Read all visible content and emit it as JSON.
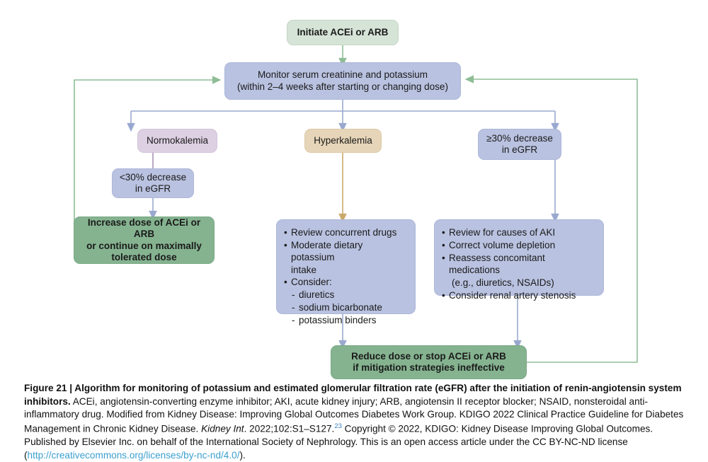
{
  "figure": {
    "nodes": {
      "initiate": "Initiate ACEi or ARB",
      "monitor": "Monitor serum creatinine and potassium\n(within 2–4 weeks after starting or changing dose)",
      "normokalemia": "Normokalemia",
      "hyperkalemia": "Hyperkalemia",
      "egfr_decrease_30": "≥30% decrease\nin eGFR",
      "egfr_decrease_lt30": "<30% decrease\nin eGFR",
      "increase_dose": "Increase dose of ACEi or ARB\nor continue on maximally\ntolerated dose",
      "reduce_dose": "Reduce dose or stop ACEi or ARB\nif mitigation strategies ineffective"
    },
    "hyperkalemia_actions": [
      {
        "style": "bullet",
        "text": "Review concurrent drugs"
      },
      {
        "style": "bullet",
        "text": "Moderate dietary potassium\nintake"
      },
      {
        "style": "bullet",
        "text": "Consider:"
      },
      {
        "style": "dash",
        "text": "diuretics"
      },
      {
        "style": "dash",
        "text": "sodium bicarbonate"
      },
      {
        "style": "dash",
        "text": "potassium binders"
      }
    ],
    "egfr_actions": [
      {
        "style": "bullet",
        "text": "Review for causes of AKI"
      },
      {
        "style": "bullet",
        "text": "Correct volume depletion"
      },
      {
        "style": "bullet",
        "text": "Reassess concomitant medications"
      },
      {
        "style": "cont",
        "text": "(e.g., diuretics, NSAIDs)"
      },
      {
        "style": "bullet",
        "text": "Consider renal artery stenosis"
      }
    ],
    "colors": {
      "green_light": "#d6e4d7",
      "green": "#85b390",
      "blue": "#b9c2e0",
      "lavender": "#ddd0e3",
      "tan": "#e6d5b8",
      "connector_blue": "#99a8cf",
      "connector_tan": "#c9a96a",
      "connector_green": "#8fbd96",
      "link_blue": "#3b9fd0"
    }
  },
  "caption": {
    "label": "Figure 21",
    "separator": " | ",
    "title": "Algorithm for monitoring of potassium and estimated glomerular filtration rate (eGFR) after the initiation of renin-angiotensin system inhibitors.",
    "body_1": " ACEi, angiotensin-converting enzyme inhibitor; AKI, acute kidney injury; ARB, angiotensin II receptor blocker; NSAID, nonsteroidal anti-inflammatory drug. Modified from Kidney Disease: Improving Global Outcomes Diabetes Work Group. KDIGO 2022 Clinical Practice Guideline for Diabetes Management in Chronic Kidney Disease. ",
    "journal": "Kidney Int",
    "body_2": ". 2022;102:S1–S127.",
    "reference": "23",
    "body_3": " Copyright © 2022, KDIGO: Kidney Disease Improving Global Outcomes. Published by Elsevier Inc. on behalf of the International Society of Nephrology. This is an open access article under the CC BY-NC-ND license (",
    "license_url": "http://creativecommons.org/licenses/by-nc-nd/4.0/",
    "body_4": ")."
  }
}
